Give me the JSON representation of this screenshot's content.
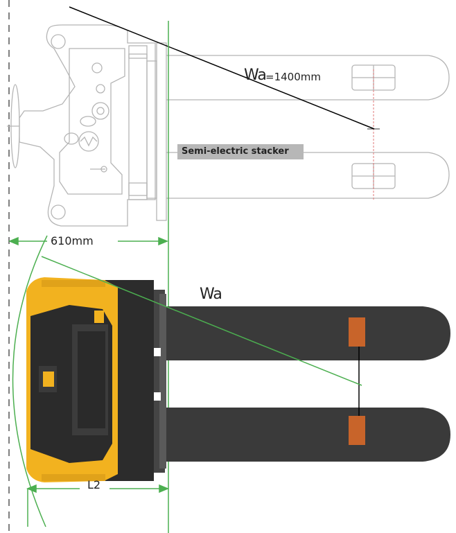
{
  "labels": {
    "wa_top": "Wa",
    "wa_top_value": "=1400mm",
    "stacker_name": "Semi-electric stacker",
    "width_value": "610mm",
    "wa_bottom": "Wa",
    "l2": "L2"
  },
  "colors": {
    "dimension_line": "#4caf50",
    "outline": "#b5b5b5",
    "chassis_yellow": "#f2b21f",
    "chassis_dark": "#2c2c2c",
    "fork_dark": "#3a3a3a",
    "fork_roller": "#c8642a",
    "badge_bg": "#b7b7b7"
  }
}
